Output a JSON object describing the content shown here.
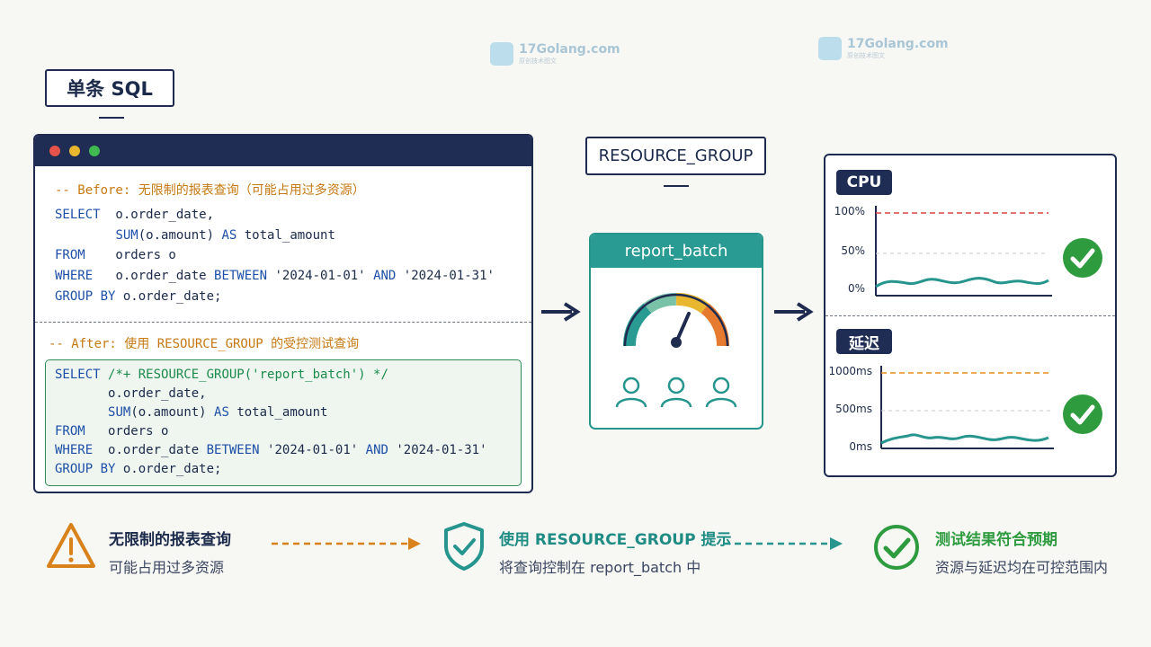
{
  "title": "单条 SQL",
  "editor": {
    "before_comment": "-- Before: 无限制的报表查询（可能占用过多资源）",
    "after_comment": "-- After: 使用 RESOURCE_GROUP 的受控测试查询",
    "colors": {
      "keyword": "#1d4fa8",
      "before_comment": "#c57912",
      "hint": "#1b8a4c",
      "dot_red": "#e5534b",
      "dot_yellow": "#e8b62f",
      "dot_green": "#3fb950"
    }
  },
  "resource_group": {
    "label": "RESOURCE_GROUP",
    "card_title": "report_batch"
  },
  "monitor": {
    "cpu": {
      "tag": "CPU",
      "ticks": [
        "100%",
        "50%",
        "0%"
      ]
    },
    "latency": {
      "tag": "延迟",
      "ticks": [
        "1000ms",
        "500ms",
        "0ms"
      ]
    },
    "colors": {
      "cpu_limit": "#d64545",
      "latency_limit": "#e88a1a",
      "line": "#26958d",
      "check": "#2e9b3f"
    }
  },
  "flow": {
    "step1": {
      "title": "无限制的报表查询",
      "sub": "可能占用过多资源",
      "icon": "warning-triangle-icon"
    },
    "step2": {
      "title": "使用 RESOURCE_GROUP 提示",
      "sub": "将查询控制在 report_batch 中",
      "icon": "shield-check-icon"
    },
    "step3": {
      "title": "测试结果符合预期",
      "sub": "资源与延迟均在可控范围内",
      "icon": "circle-check-icon"
    }
  },
  "watermarks": [
    "17Golang.com",
    "原创技术图文"
  ]
}
